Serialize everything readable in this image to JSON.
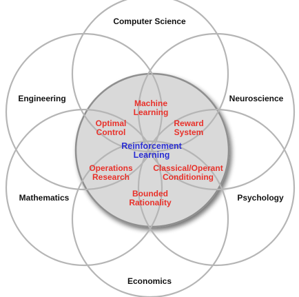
{
  "diagram": {
    "fields": {
      "computer_science": "Computer Science",
      "engineering": "Engineering",
      "neuroscience": "Neuroscience",
      "mathematics": "Mathematics",
      "psychology": "Psychology",
      "economics": "Economics"
    },
    "topics": {
      "machine_learning": [
        "Machine",
        "Learning"
      ],
      "optimal_control": [
        "Optimal",
        "Control"
      ],
      "reward_system": [
        "Reward",
        "System"
      ],
      "operations_research": [
        "Operations",
        "Research"
      ],
      "classical_operant": [
        "Classical/Operant",
        "Conditioning"
      ],
      "bounded_rationality": [
        "Bounded",
        "Rationality"
      ]
    },
    "core": [
      "Reinforcement",
      "Learning"
    ],
    "colors": {
      "field_text": "#111111",
      "topic_text": "#e8312a",
      "core_text": "#2b2fd3",
      "outer_circle_stroke": "#b5b5b5",
      "center_fill": "#d9d9d9",
      "center_stroke": "#8f8f8f"
    }
  }
}
